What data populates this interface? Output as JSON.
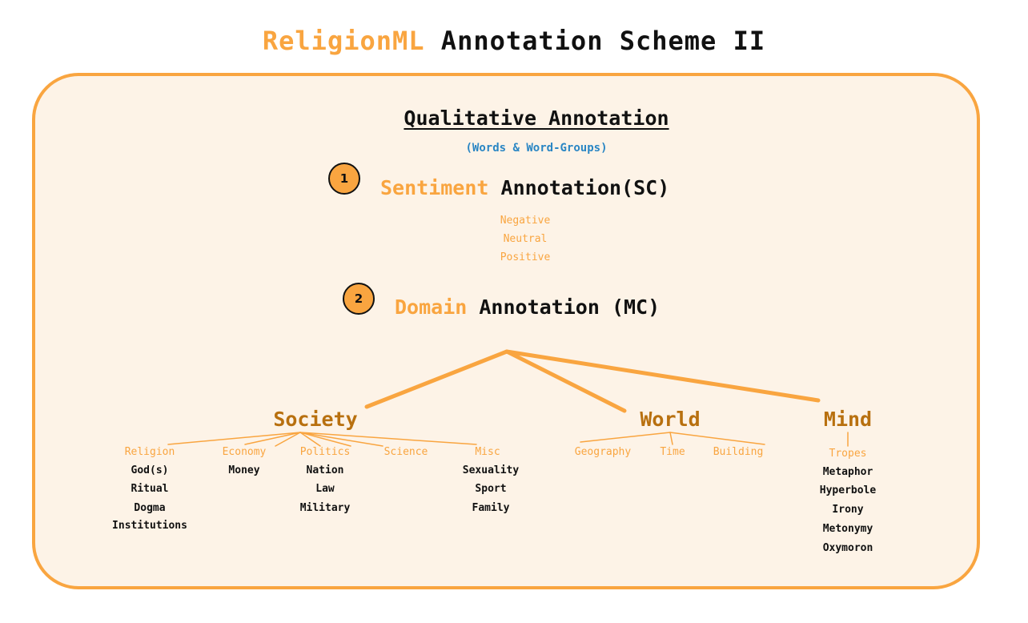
{
  "title": {
    "highlight": "ReligionML",
    "rest": "Annotation Scheme II"
  },
  "heading": "Qualitative Annotation",
  "subheading": "(Words & Word-Groups)",
  "sentiment": {
    "number": "1",
    "highlight": "Sentiment",
    "rest": "Annotation(SC)",
    "values": [
      "Negative",
      "Neutral",
      "Positive"
    ]
  },
  "domain": {
    "number": "2",
    "highlight": "Domain",
    "rest": "Annotation (MC)",
    "society": {
      "label": "Society",
      "religion": {
        "label": "Religion",
        "items": [
          "God(s)",
          "Ritual",
          "Dogma",
          "Institutions"
        ]
      },
      "economy": {
        "label": "Economy",
        "items": [
          "Money"
        ]
      },
      "politics": {
        "label": "Politics",
        "items": [
          "Nation",
          "Law",
          "Military"
        ]
      },
      "science": {
        "label": "Science"
      },
      "misc": {
        "label": "Misc",
        "items": [
          "Sexuality",
          "Sport",
          "Family"
        ]
      }
    },
    "world": {
      "label": "World",
      "geography": "Geography",
      "time": "Time",
      "building": "Building"
    },
    "mind": {
      "label": "Mind",
      "tropes": {
        "label": "Tropes",
        "items": [
          "Metaphor",
          "Hyperbole",
          "Irony",
          "Metonymy",
          "Oxymoron"
        ]
      }
    }
  },
  "colors": {
    "accent": "#f9a540",
    "domain": "#b8700f",
    "subheading": "#2a86c4",
    "panel": "#fdf3e7"
  }
}
